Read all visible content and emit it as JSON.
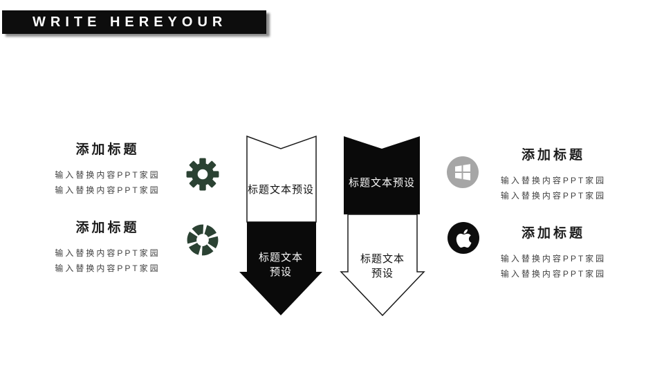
{
  "slide": {
    "title": "WRITE HEREYOUR"
  },
  "colors": {
    "banner_bg": "#0d0d0d",
    "banner_text": "#ffffff",
    "icon_green": "#2b4233",
    "windows_circle_gray": "#a6a6a6",
    "apple_circle_black": "#0d0d0d",
    "arrow_black": "#0a0a0a",
    "arrow_outline": "#1a1a1a",
    "heading_text": "#1c1c1c",
    "body_text": "#3f3f3f"
  },
  "icons": {
    "left_top": "gear-icon",
    "left_bottom": "aperture-icon",
    "right_top": "windows-icon",
    "right_bottom": "apple-icon"
  },
  "text_blocks": [
    {
      "heading": "添加标题",
      "lines": [
        "输入替换内容PPT家园",
        "输入替换内容PPT家园"
      ]
    },
    {
      "heading": "添加标题",
      "lines": [
        "输入替换内容PPT家园",
        "输入替换内容PPT家园"
      ]
    },
    {
      "heading": "添加标题",
      "lines": [
        "输入替换内容PPT家园",
        "输入替换内容PPT家园"
      ]
    },
    {
      "heading": "添加标题",
      "lines": [
        "输入替换内容PPT家园",
        "输入替换内容PPT家园"
      ]
    }
  ],
  "arrows": {
    "left": {
      "top": "标题文本预设",
      "bottom": "标题文本预设"
    },
    "right": {
      "top": "标题文本预设",
      "bottom": "标题文本预设"
    }
  }
}
